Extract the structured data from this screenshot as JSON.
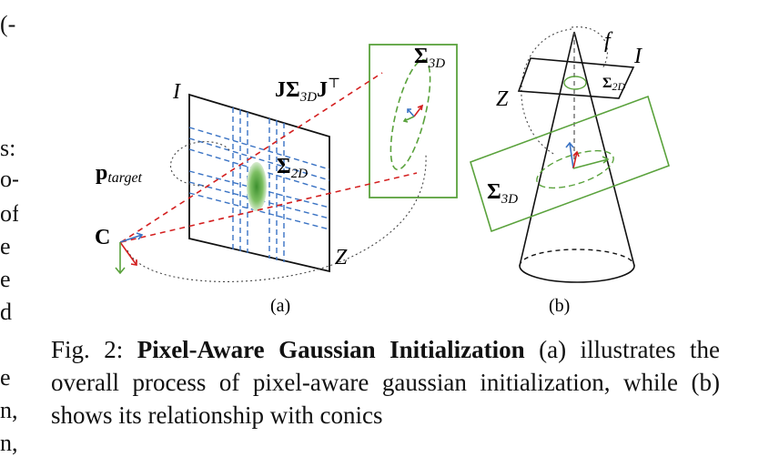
{
  "left_column_fragments": [
    "(-",
    "s:",
    "o-",
    "of",
    "e",
    "e",
    "d",
    "e",
    "n,",
    "n,"
  ],
  "figure": {
    "panel_a": {
      "label_I": "I",
      "label_JSJT": "JΣ",
      "label_JSJT_sub": "3D",
      "label_JSJT_tail": "J",
      "label_JSJT_sup": "⊤",
      "label_sigma3d": "Σ",
      "label_sigma3d_sub": "3D",
      "label_p": "p",
      "label_p_sub": "target",
      "label_sigma2d": "Σ",
      "label_sigma2d_sub": "2D",
      "label_C": "C",
      "label_Z": "Z",
      "sublabel": "(a)"
    },
    "panel_b": {
      "label_f": "f",
      "label_I": "I",
      "label_Z": "Z",
      "label_sigma2d": "Σ",
      "label_sigma2d_sub": "2D",
      "label_sigma3d": "Σ",
      "label_sigma3d_sub": "3D",
      "sublabel": "(b)"
    },
    "colors": {
      "red": "#d42020",
      "blue": "#3a73c4",
      "green": "#5aa23c",
      "black": "#111111"
    }
  },
  "caption": {
    "prefix": "Fig. 2: ",
    "bold": "Pixel-Aware Gaussian Initialization",
    "rest": " (a) illustrates the overall process of pixel-aware gaussian initialization, while (b) shows its relationship with conics"
  }
}
